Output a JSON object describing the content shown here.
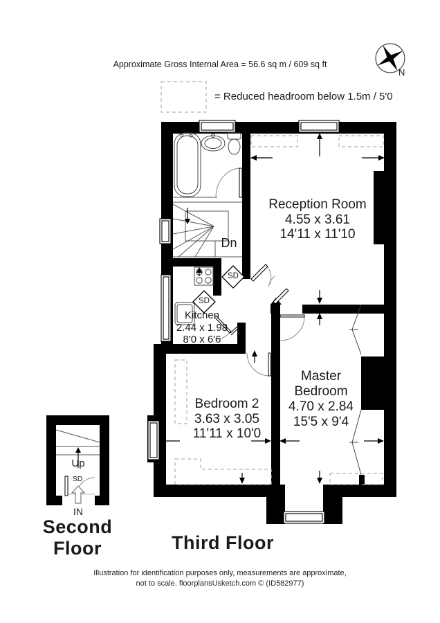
{
  "header": {
    "gross_area": "Approximate Gross Internal Area = 56.6 sq m / 609 sq ft",
    "compass_n": "N"
  },
  "legend": {
    "reduced_headroom": "= Reduced headroom below 1.5m / 5'0"
  },
  "floors": {
    "third": {
      "title": "Third Floor"
    },
    "second": {
      "title_line1": "Second",
      "title_line2": "Floor"
    }
  },
  "rooms": {
    "reception": {
      "name": "Reception Room",
      "size_metric": "4.55 x 3.61",
      "size_imperial": "14'11 x 11'10"
    },
    "kitchen": {
      "name": "Kitchen",
      "size_metric": "2.44 x 1.98",
      "size_imperial": "8'0 x 6'6"
    },
    "bedroom2": {
      "name": "Bedroom 2",
      "size_metric": "3.63 x 3.05",
      "size_imperial": "11'11 x 10'0"
    },
    "master_bedroom": {
      "name_line1": "Master",
      "name_line2": "Bedroom",
      "size_metric": "4.70 x 2.84",
      "size_imperial": "15'5 x 9'4"
    }
  },
  "annotations": {
    "stairs_down": "Dn",
    "stairs_up": "Up",
    "entrance": "IN",
    "smoke_detector": "SD"
  },
  "footer": {
    "line1": "Illustration for identification purposes only, measurements are approximate,",
    "line2": "not to scale. floorplansUsketch.com © (ID582977)"
  },
  "colors": {
    "wall": "#000000",
    "fixture_line": "#444444",
    "arc_line": "#8a8a8a",
    "dashed_line": "#b0b0b0"
  }
}
